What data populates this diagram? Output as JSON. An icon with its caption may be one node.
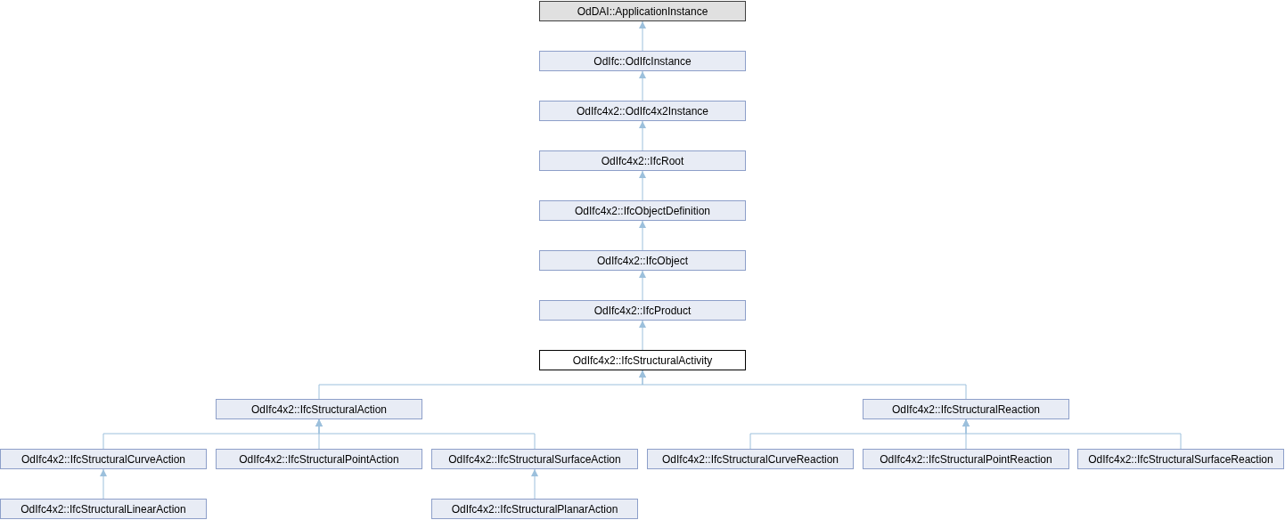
{
  "diagram": {
    "nodes": [
      {
        "text": [
          "OdDAI::ApplicationInstance"
        ]
      },
      {
        "text": [
          "OdIfc::OdIfcInstance"
        ]
      },
      {
        "text": [
          "OdIfc4x2::OdIfc4x2Instance"
        ]
      },
      {
        "text": [
          "OdIfc4x2::IfcRoot"
        ]
      },
      {
        "text": [
          "OdIfc4x2::IfcObjectDefinition"
        ]
      },
      {
        "text": [
          "OdIfc4x2::IfcObject"
        ]
      },
      {
        "text": [
          "OdIfc4x2::IfcProduct"
        ]
      },
      {
        "text": [
          "OdIfc4x2::IfcStructuralActivity"
        ]
      },
      {
        "text": [
          "OdIfc4x2::IfcStructuralAction"
        ]
      },
      {
        "text": [
          "OdIfc4x2::IfcStructuralReaction"
        ]
      },
      {
        "text": [
          "OdIfc4x2::IfcStructuralCurveAction"
        ]
      },
      {
        "text": [
          "OdIfc4x2::IfcStructuralPointAction"
        ]
      },
      {
        "text": [
          "OdIfc4x2::IfcStructuralSurfaceAction"
        ]
      },
      {
        "text": [
          "OdIfc4x2::IfcStructuralCurveReaction"
        ]
      },
      {
        "text": [
          "OdIfc4x2::IfcStructuralPointReaction"
        ]
      },
      {
        "text": [
          "OdIfc4x2::IfcStructuralSurfaceReaction"
        ]
      },
      {
        "text": [
          "OdIfc4x2::IfcStructuralLinearAction"
        ]
      },
      {
        "text": [
          "OdIfc4x2::IfcStructuralPlanarAction"
        ]
      }
    ],
    "edges": [
      {
        "from": 1,
        "to": 0,
        "arrow": "to"
      },
      {
        "from": 2,
        "to": 1,
        "arrow": "to"
      },
      {
        "from": 3,
        "to": 2,
        "arrow": "to"
      },
      {
        "from": 4,
        "to": 3,
        "arrow": "to"
      },
      {
        "from": 5,
        "to": 4,
        "arrow": "to"
      },
      {
        "from": 6,
        "to": 5,
        "arrow": "to"
      },
      {
        "from": 7,
        "to": 6,
        "arrow": "to"
      },
      {
        "from": 8,
        "to": 7,
        "arrow": "to"
      },
      {
        "from": 9,
        "to": 7,
        "arrow": "to"
      },
      {
        "from": 10,
        "to": 8,
        "arrow": "to"
      },
      {
        "from": 11,
        "to": 8,
        "arrow": "to"
      },
      {
        "from": 12,
        "to": 8,
        "arrow": "to"
      },
      {
        "from": 13,
        "to": 9,
        "arrow": "to"
      },
      {
        "from": 14,
        "to": 9,
        "arrow": "to"
      },
      {
        "from": 15,
        "to": 9,
        "arrow": "to"
      },
      {
        "from": 16,
        "to": 10,
        "arrow": "to"
      },
      {
        "from": 17,
        "to": 12,
        "arrow": "to"
      }
    ]
  }
}
